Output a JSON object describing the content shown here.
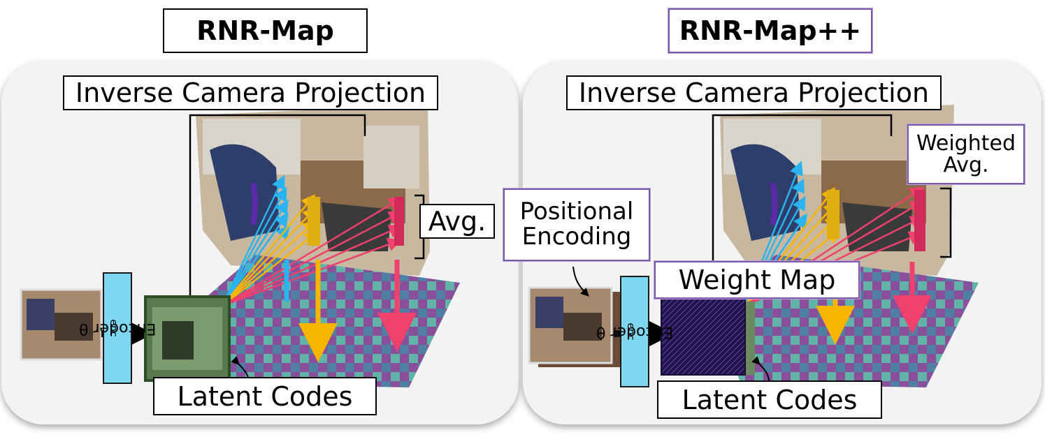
{
  "left_panel": {
    "title": "RNR-Map",
    "projection_label": "Inverse Camera Projection",
    "avg_label": "Avg.",
    "encoder_label": "Encoder θ",
    "encoder_sub": "enc",
    "latent_label": "Latent Codes"
  },
  "right_panel": {
    "title": "RNR-Map++",
    "projection_label": "Inverse Camera Projection",
    "weighted_avg_label": "Weighted Avg.",
    "positional_label": "Positional Encoding",
    "weight_map_label": "Weight Map",
    "encoder_label": "Encoder θ",
    "encoder_sub": "enc",
    "latent_label": "Latent Codes"
  },
  "colors": {
    "ray_blue": "#2ab4ef",
    "ray_yellow": "#f7b500",
    "ray_pink": "#f0406e",
    "map_purple": "#8a4f9b",
    "map_teal": "#5fb3a8",
    "encoder_fill": "#7fd6f0",
    "highlight_border": "#7a5aa8"
  }
}
